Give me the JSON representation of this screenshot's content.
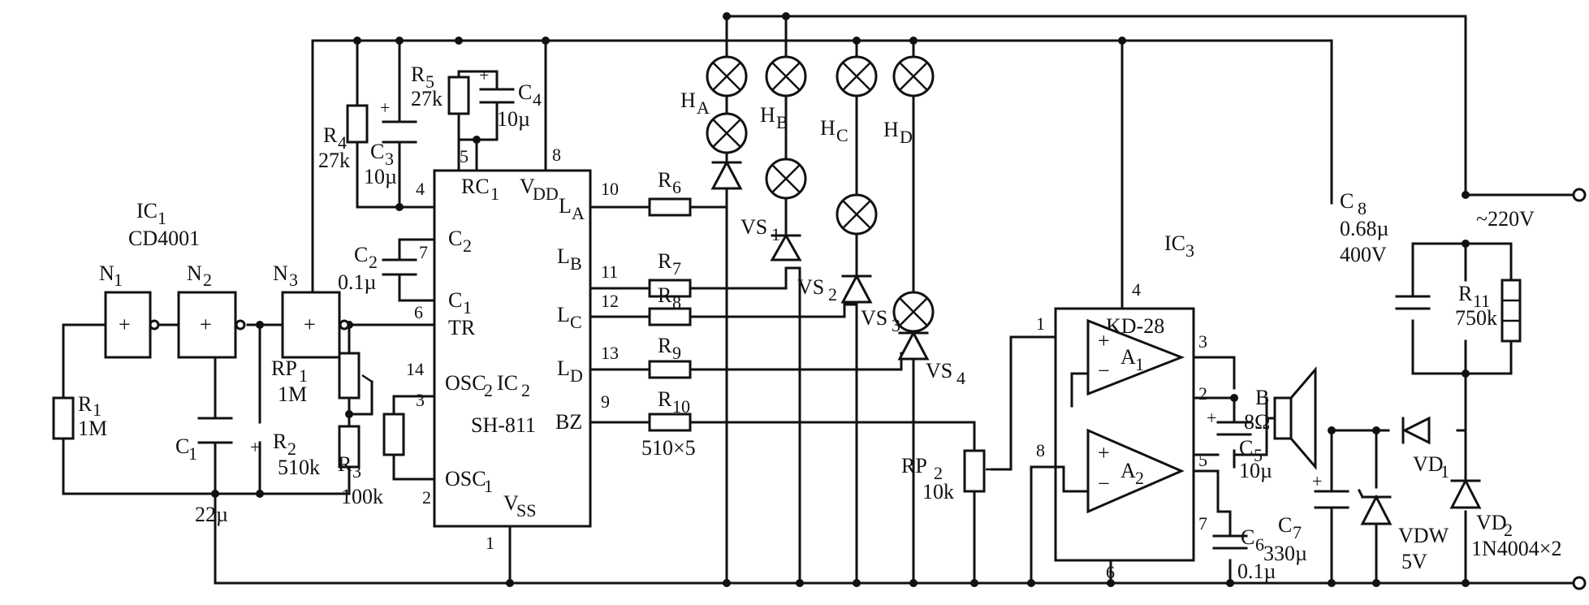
{
  "components": {
    "ic1": {
      "ref": "IC",
      "sub": "1",
      "part": "CD4001"
    },
    "n1": {
      "ref": "N",
      "sub": "1"
    },
    "n2": {
      "ref": "N",
      "sub": "2"
    },
    "n3": {
      "ref": "N",
      "sub": "3"
    },
    "gate_symbol": "+",
    "r1": {
      "ref": "R",
      "sub": "1",
      "value": "1M"
    },
    "c1": {
      "ref": "C",
      "sub": "1",
      "value": "22µ"
    },
    "r2": {
      "ref": "R",
      "sub": "2",
      "value": "510k"
    },
    "rp1": {
      "ref": "RP",
      "sub": "1",
      "value": "1M"
    },
    "r3": {
      "ref": "R",
      "sub": "3",
      "value": "100k"
    },
    "r4": {
      "ref": "R",
      "sub": "4",
      "value": "27k"
    },
    "c3": {
      "ref": "C",
      "sub": "3",
      "value": "10µ"
    },
    "r5": {
      "ref": "R",
      "sub": "5",
      "value": "27k"
    },
    "c4": {
      "ref": "C",
      "sub": "4",
      "value": "10µ"
    },
    "c2": {
      "ref": "C",
      "sub": "2",
      "value": "0.1µ"
    },
    "ic2": {
      "ref": "IC",
      "sub": "2",
      "part": "SH-811",
      "pins": {
        "rc1": {
          "name": "RC",
          "sub": "1",
          "num": "5"
        },
        "vdd": {
          "name": "V",
          "sub": "DD",
          "num": "8"
        },
        "c2": {
          "name": "C",
          "sub": "2",
          "num": "7"
        },
        "c1": {
          "name": "C",
          "sub": "1"
        },
        "c_pin4": "4",
        "tr": {
          "name": "TR",
          "num": "6"
        },
        "osc2": {
          "name": "OSC",
          "sub": "2",
          "num": "14"
        },
        "osc2_pin3": "3",
        "osc1": {
          "name": "OSC",
          "sub": "1",
          "num": "2"
        },
        "vss": {
          "name": "V",
          "sub": "SS",
          "num": "1"
        },
        "la": {
          "name": "L",
          "sub": "A",
          "num": "10"
        },
        "lb": {
          "name": "L",
          "sub": "B",
          "num": "11"
        },
        "lc": {
          "name": "L",
          "sub": "C",
          "num": "12"
        },
        "ld": {
          "name": "L",
          "sub": "D",
          "num": "13"
        },
        "bz": {
          "name": "BZ",
          "num": "9"
        }
      }
    },
    "r6": {
      "ref": "R",
      "sub": "6"
    },
    "r7": {
      "ref": "R",
      "sub": "7"
    },
    "r8": {
      "ref": "R",
      "sub": "8"
    },
    "r9": {
      "ref": "R",
      "sub": "9"
    },
    "r10": {
      "ref": "R",
      "sub": "10",
      "value": "510×5"
    },
    "ha": {
      "ref": "H",
      "sub": "A"
    },
    "hb": {
      "ref": "H",
      "sub": "B"
    },
    "hc": {
      "ref": "H",
      "sub": "C"
    },
    "hd": {
      "ref": "H",
      "sub": "D"
    },
    "vs1": {
      "ref": "VS",
      "sub": "1"
    },
    "vs2": {
      "ref": "VS",
      "sub": "2"
    },
    "vs3": {
      "ref": "VS",
      "sub": "3"
    },
    "vs4": {
      "ref": "VS",
      "sub": "4"
    },
    "rp2": {
      "ref": "RP",
      "sub": "2",
      "value": "10k"
    },
    "ic3": {
      "ref": "IC",
      "sub": "3",
      "part": "KD-28",
      "a1": {
        "ref": "A",
        "sub": "1"
      },
      "a2": {
        "ref": "A",
        "sub": "2"
      },
      "plus": "+",
      "minus": "−",
      "pins": {
        "p1": "1",
        "p2": "2",
        "p3": "3",
        "p4": "4",
        "p5": "5",
        "p6": "6",
        "p7": "7",
        "p8": "8"
      }
    },
    "c5": {
      "ref": "C",
      "sub": "5",
      "value": "10µ"
    },
    "c6": {
      "ref": "C",
      "sub": "6",
      "value": "0.1µ"
    },
    "speaker": {
      "ref": "B",
      "value": "8Ω"
    },
    "c7": {
      "ref": "C",
      "sub": "7",
      "value": "330µ"
    },
    "vdw": {
      "ref": "VDW",
      "value": "5V"
    },
    "vd1": {
      "ref": "VD",
      "sub": "1"
    },
    "vd2": {
      "ref": "VD",
      "sub": "2",
      "value": "1N4004×2"
    },
    "c8": {
      "ref": "C",
      "sub": "8",
      "value": "0.68µ",
      "rating": "400V"
    },
    "r11": {
      "ref": "R",
      "sub": "11",
      "value": "750k"
    },
    "mains": "~220V",
    "cap_plus": "+"
  }
}
